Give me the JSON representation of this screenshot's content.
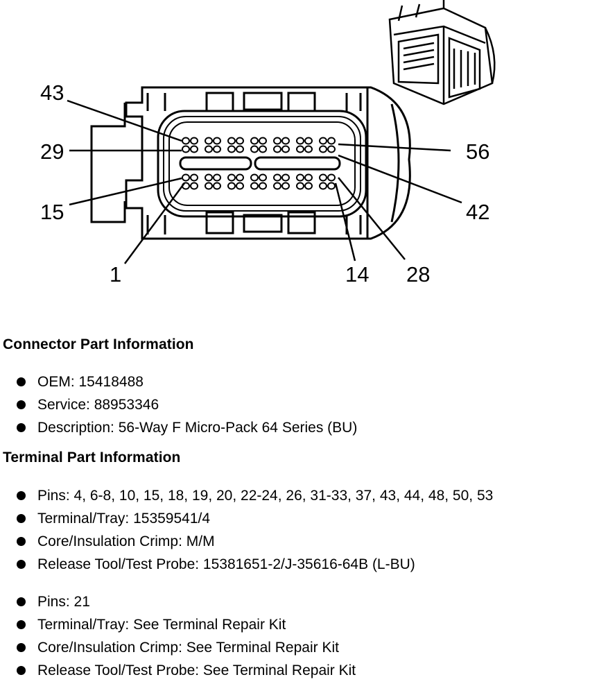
{
  "diagram": {
    "pin_labels": {
      "p43": "43",
      "p29": "29",
      "p15": "15",
      "p1": "1",
      "p56": "56",
      "p42": "42",
      "p14": "14",
      "p28": "28"
    }
  },
  "connector_info": {
    "title": "Connector Part Information",
    "items": [
      "OEM: 15418488",
      "Service: 88953346",
      "Description: 56-Way F Micro-Pack 64 Series (BU)"
    ]
  },
  "terminal_info": {
    "title": "Terminal Part Information",
    "group1": [
      "Pins: 4, 6-8, 10, 15, 18, 19, 20, 22-24, 26, 31-33, 37, 43, 44, 48, 50, 53",
      "Terminal/Tray: 15359541/4",
      "Core/Insulation Crimp: M/M",
      "Release Tool/Test Probe: 15381651-2/J-35616-64B (L-BU)"
    ],
    "group2": [
      "Pins: 21",
      "Terminal/Tray: See Terminal Repair Kit",
      "Core/Insulation Crimp: See Terminal Repair Kit",
      "Release Tool/Test Probe: See Terminal Repair Kit"
    ]
  }
}
